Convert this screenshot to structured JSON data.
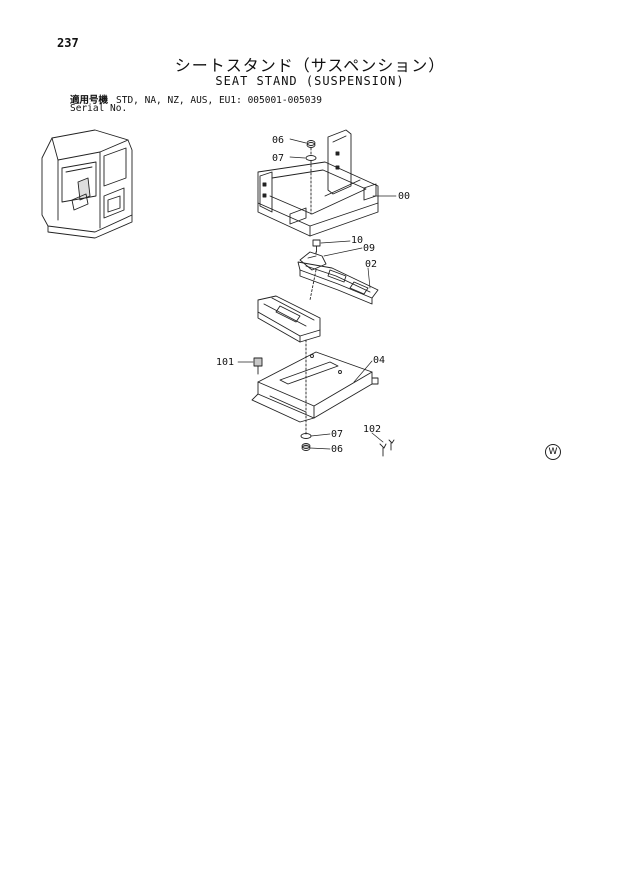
{
  "page_number": "237",
  "title_jp": "シートスタンド（サスペンション）",
  "title_en": "SEAT STAND (SUSPENSION)",
  "applicable_label": "適用号機",
  "applicable_models": "STD, NA, NZ, AUS, EU1: 005001-005039",
  "serial_label": "Serial No.",
  "callouts": {
    "c06_top": "06",
    "c07_top": "07",
    "c00": "00",
    "c10": "10",
    "c09": "09",
    "c02": "02",
    "c101": "101",
    "c04": "04",
    "c07_bottom": "07",
    "c06_bottom": "06",
    "c102": "102"
  },
  "corner_mark": "W"
}
